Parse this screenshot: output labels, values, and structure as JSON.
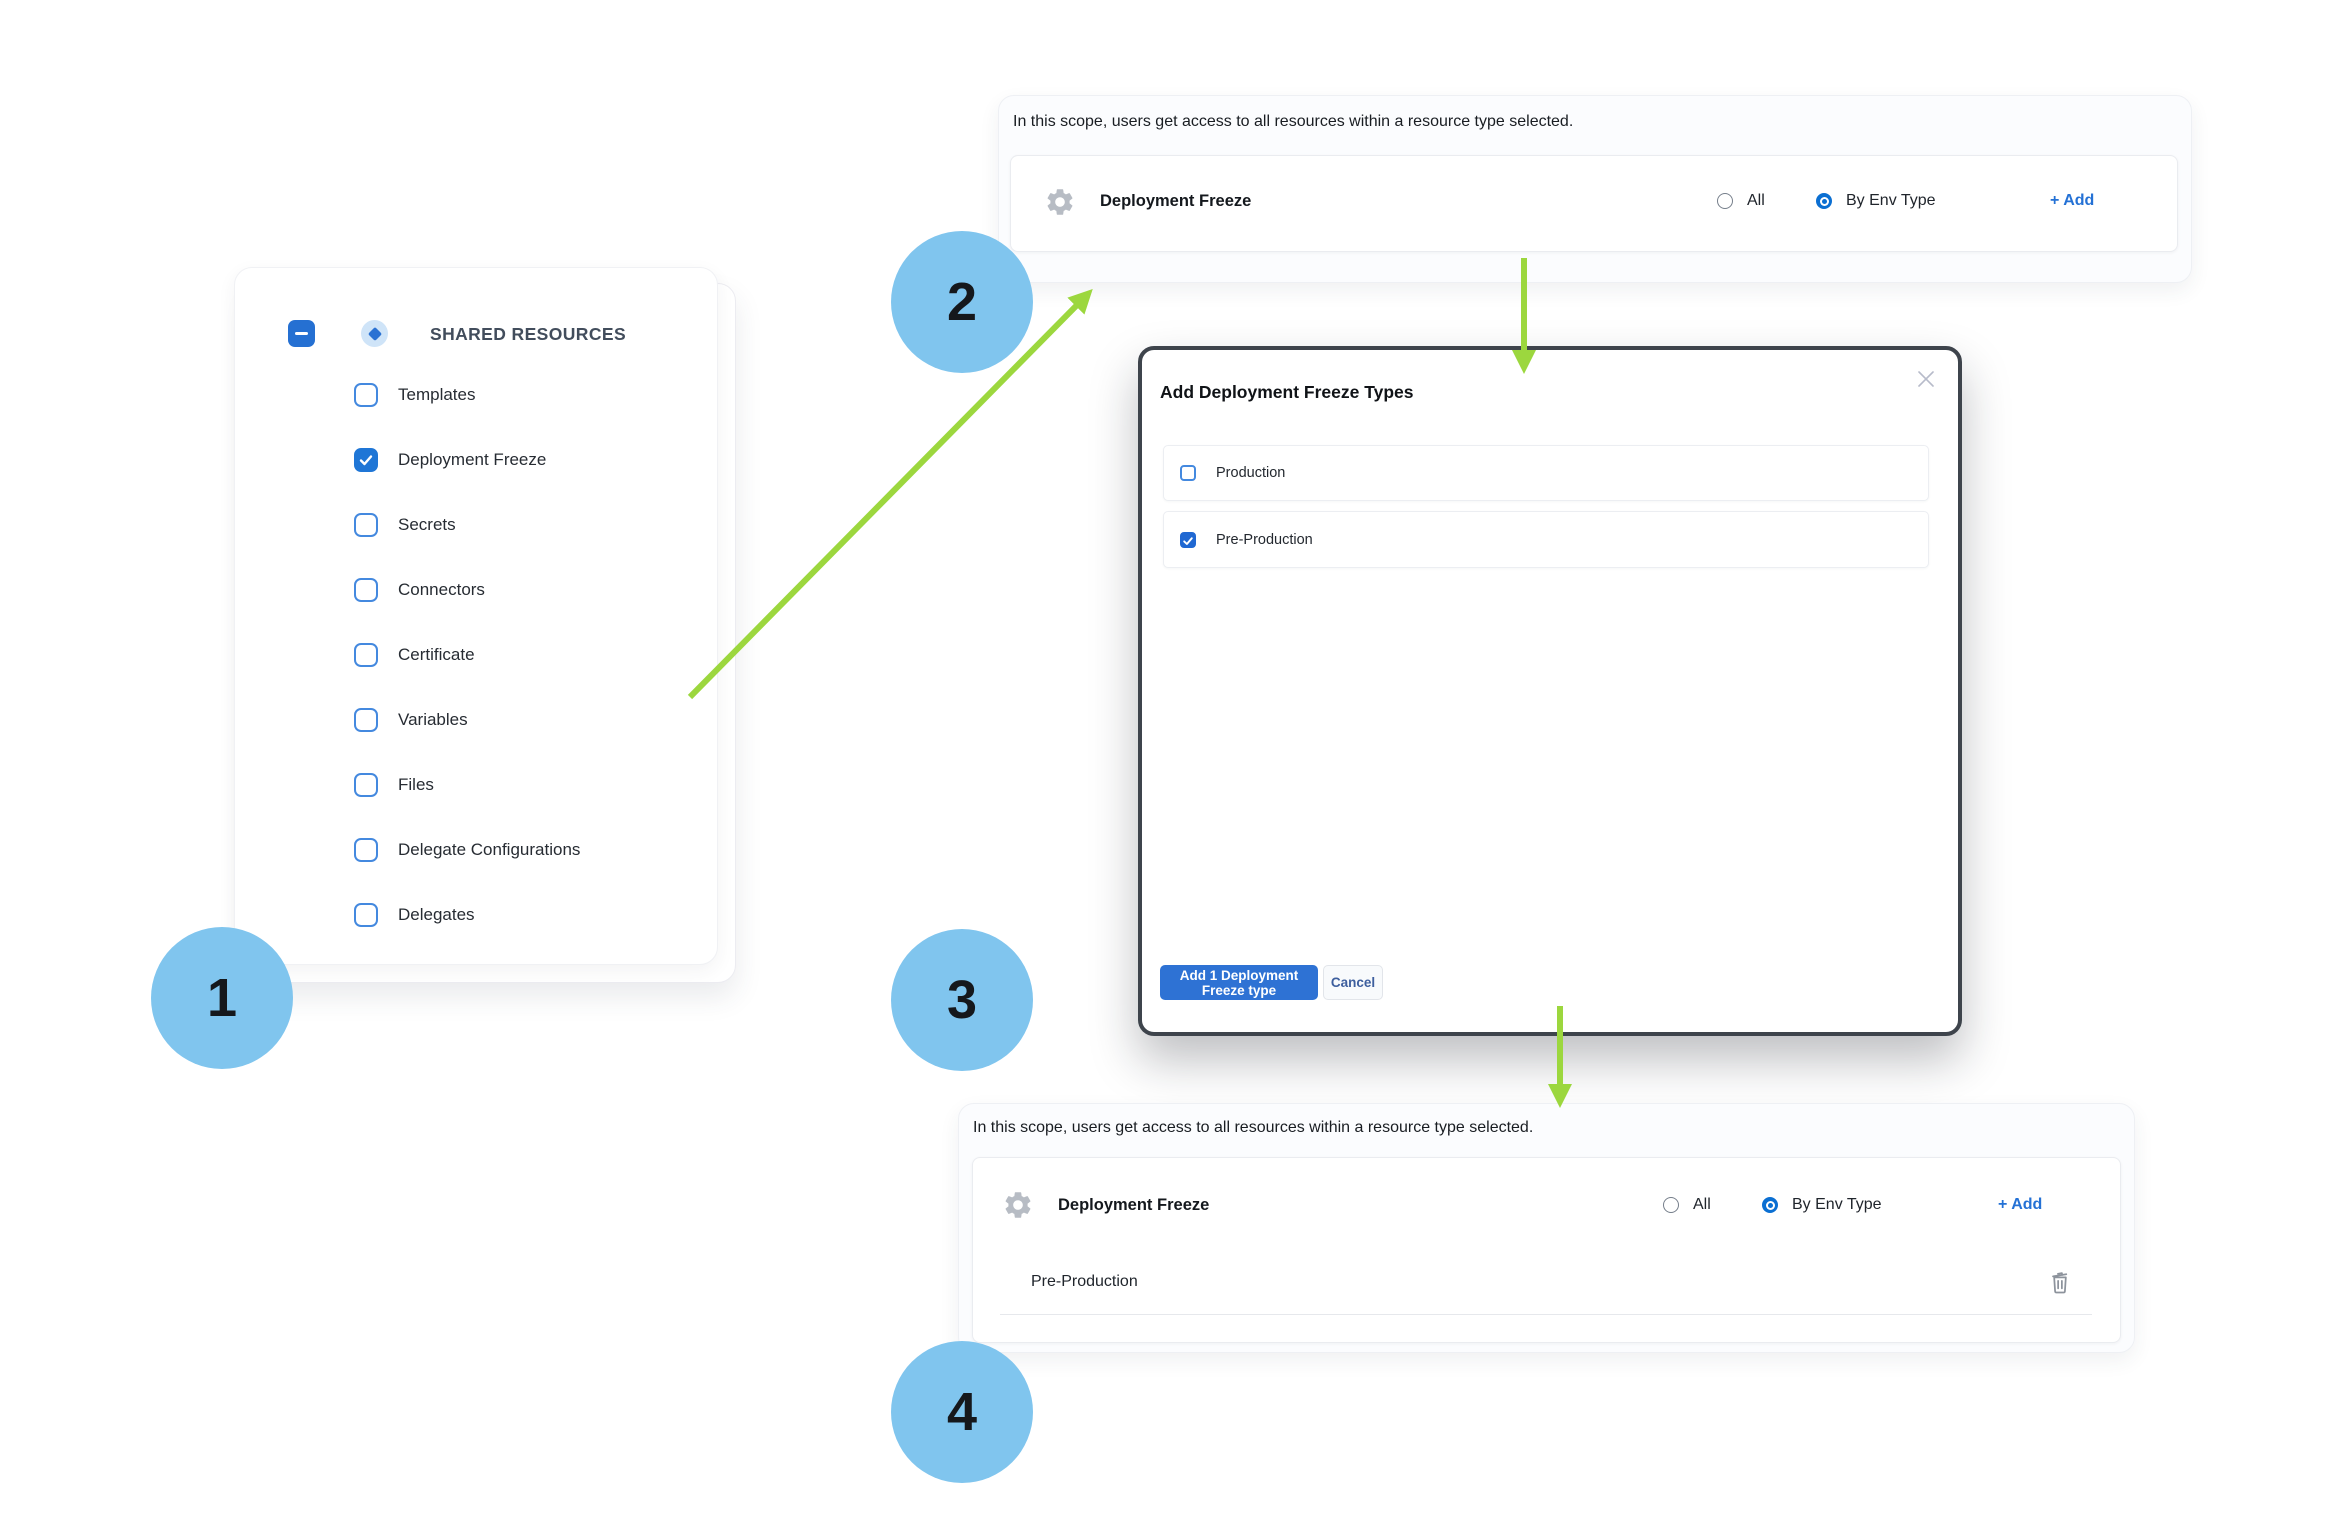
{
  "colors": {
    "accent_blue": "#1f76d6",
    "primary_button_blue": "#2e72d4",
    "step_badge_blue": "#80c5ee",
    "arrow_green": "#9cd73e",
    "modal_border": "#3e444c"
  },
  "steps": [
    "1",
    "2",
    "3",
    "4"
  ],
  "left_panel": {
    "title": "SHARED RESOURCES",
    "items": [
      {
        "label": "Templates",
        "checked": false
      },
      {
        "label": "Deployment Freeze",
        "checked": true
      },
      {
        "label": "Secrets",
        "checked": false
      },
      {
        "label": "Connectors",
        "checked": false
      },
      {
        "label": "Certificate",
        "checked": false
      },
      {
        "label": "Variables",
        "checked": false
      },
      {
        "label": "Files",
        "checked": false
      },
      {
        "label": "Delegate Configurations",
        "checked": false
      },
      {
        "label": "Delegates",
        "checked": false
      }
    ]
  },
  "top_panel": {
    "description": "In this scope, users get access to all resources within a resource type selected.",
    "resource_label": "Deployment Freeze",
    "radio_all_label": "All",
    "radio_by_env_label": "By Env Type",
    "radio_selected": "By Env Type",
    "add_label": "+ Add"
  },
  "modal": {
    "title": "Add Deployment Freeze Types",
    "options": [
      {
        "label": "Production",
        "checked": false
      },
      {
        "label": "Pre-Production",
        "checked": true
      }
    ],
    "submit_label": "Add 1 Deployment Freeze type",
    "cancel_label": "Cancel"
  },
  "bottom_panel": {
    "description": "In this scope, users get access to all resources within a resource type selected.",
    "resource_label": "Deployment Freeze",
    "radio_all_label": "All",
    "radio_by_env_label": "By Env Type",
    "radio_selected": "By Env Type",
    "add_label": "+ Add",
    "selected_type": "Pre-Production"
  }
}
